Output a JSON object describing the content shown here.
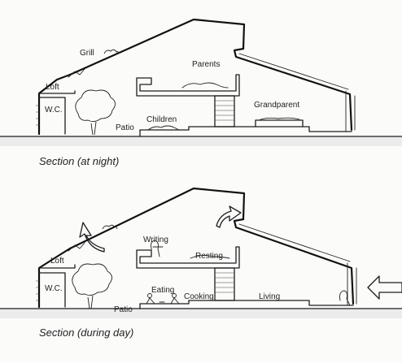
{
  "night": {
    "labels": {
      "grill": "Grill",
      "loft": "Loft",
      "wc": "W.C.",
      "patio": "Patio",
      "children": "Children",
      "parents": "Parents",
      "grandparent": "Grandparent"
    },
    "caption": "Section (at night)"
  },
  "day": {
    "labels": {
      "writing": "Writing",
      "resting": "Resting",
      "loft": "Loft",
      "wc": "W.C.",
      "eating": "Eating",
      "cooking": "Cooking",
      "patio": "Patio",
      "living": "Living"
    },
    "caption": "Section (during day)"
  }
}
